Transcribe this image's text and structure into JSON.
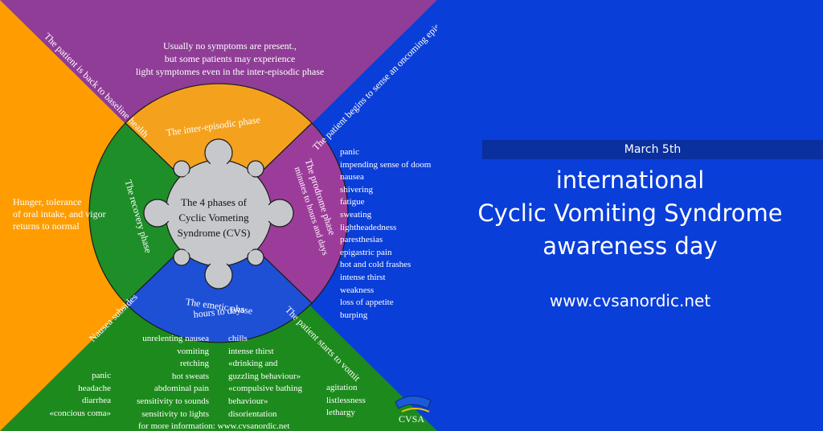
{
  "colors": {
    "purple": "#8f3d96",
    "blue": "#0a3ed8",
    "orange": "#ff9d00",
    "green": "#1d8a1d",
    "hub": "#c7c8cc",
    "dark_bar": "#0a2f9e"
  },
  "diagram": {
    "hub_title_lines": [
      "The 4 phases of",
      "Cyclic Vometing",
      "Syndrome (CVS)"
    ],
    "phases": {
      "inter_episodic": "The inter-episodic phase",
      "prodrome_line1": "The prodrome phase",
      "prodrome_line2": "minutes to hours and days",
      "emetic_line1": "The emetic phase",
      "emetic_line2": "hours to days",
      "recovery": "The recovery phase"
    },
    "transitions": {
      "baseline": "The patient is back to baseline health",
      "sense_episode": "The patient begins to sense an oncoming episode.",
      "starts_vomit": "The patient starts to vomit",
      "nausea_subsides": "Nausea subsides"
    },
    "inter_episodic_note": [
      "Usually no symptoms are present.,",
      "but some patients may experience",
      "light symptomes even in the inter-episodic phase"
    ],
    "recovery_note": [
      "Hunger, tolerance",
      "of oral intake, and vigor",
      "returns to normal"
    ],
    "prodrome_symptoms": [
      "panic",
      "impending sense of doom",
      "nausea",
      "shivering",
      "fatigue",
      "sweating",
      "lightheadedness",
      "paresthesias",
      "epigastric pain",
      "hot and cold frashes",
      "intense thirst",
      "weakness",
      "loss of appetite",
      "burping"
    ],
    "emetic_col1": [
      "unrelenting nausea",
      "vomiting",
      "retching",
      "hot sweats",
      "abdominal pain",
      "sensitivity to sounds",
      "sensitivity to lights"
    ],
    "emetic_col2": [
      "chills",
      "intense thirst",
      "«drinking and",
      "guzzling behaviour»",
      "«compulsive bathing",
      "behaviour»",
      "disorientation"
    ],
    "emetic_col3": [
      "agitation",
      "listlessness",
      "lethargy"
    ],
    "emetic_col0": [
      "panic",
      "headache",
      "diarrhea",
      "«concious coma»"
    ],
    "more_info": "for more information: www.cvsanordic.net",
    "logo_text": "CVSA"
  },
  "banner": {
    "date": "March 5th",
    "headline_lines": [
      "international",
      "Cyclic Vomiting Syndrome",
      "awareness day"
    ],
    "website": "www.cvsanordic.net"
  }
}
